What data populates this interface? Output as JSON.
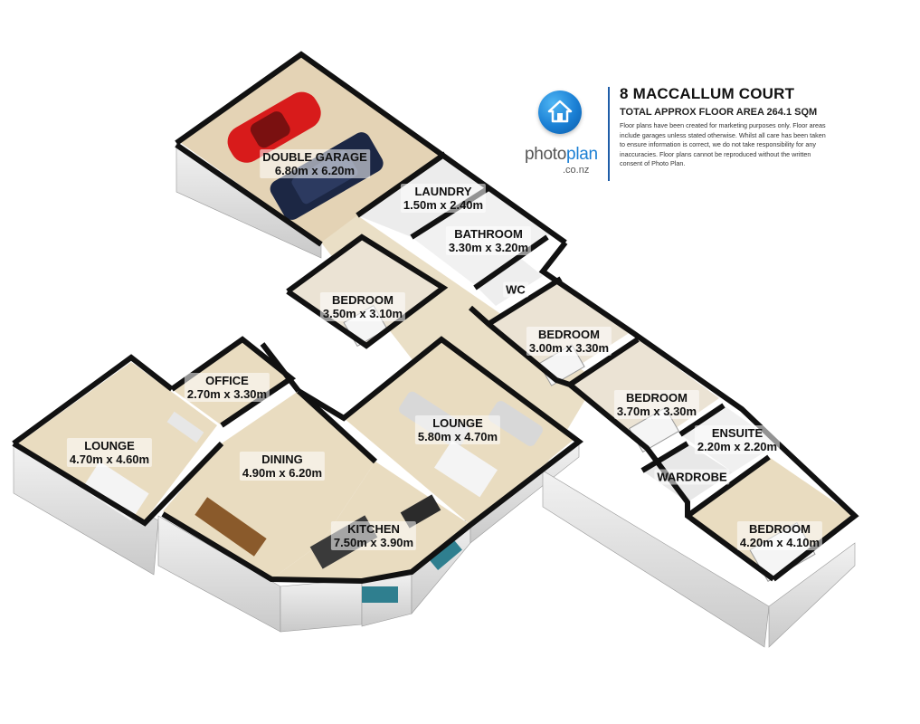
{
  "header": {
    "title": "8 MACCALLUM COURT",
    "subtitle": "TOTAL APPROX FLOOR AREA 264.1 SQM",
    "disclaimer": "Floor plans have been created for marketing purposes only. Floor areas include garages unless stated otherwise. Whilst all care has been taken to ensure information is correct, we do not take responsibility for any inaccuracies. Floor plans cannot be reproduced without the written consent of Photo Plan."
  },
  "logo": {
    "word_a": "photo",
    "word_b": "plan",
    "domain": ".co.nz",
    "icon": "house-icon",
    "color": "#1a7fd4"
  },
  "colors": {
    "floor": "#e9dcc0",
    "wall_top": "#1b1b1b",
    "wall_face": "#dcdcdc",
    "garage_floor": "#e4d3b5",
    "accent": "#1f5da8"
  },
  "rooms": {
    "garage": {
      "name": "DOUBLE GARAGE",
      "size": "6.80m x 6.20m"
    },
    "laundry": {
      "name": "LAUNDRY",
      "size": "1.50m x 2.40m"
    },
    "bathroom": {
      "name": "BATHROOM",
      "size": "3.30m x 3.20m"
    },
    "wc": {
      "name": "WC"
    },
    "bedroom1": {
      "name": "BEDROOM",
      "size": "3.50m x 3.10m"
    },
    "bedroom2": {
      "name": "BEDROOM",
      "size": "3.00m x 3.30m"
    },
    "bedroom3": {
      "name": "BEDROOM",
      "size": "3.70m x 3.30m"
    },
    "ensuite": {
      "name": "ENSUITE",
      "size": "2.20m x 2.20m"
    },
    "wardrobe": {
      "name": "WARDROBE"
    },
    "bedroom4": {
      "name": "BEDROOM",
      "size": "4.20m x 4.10m"
    },
    "office": {
      "name": "OFFICE",
      "size": "2.70m x 3.30m"
    },
    "lounge1": {
      "name": "LOUNGE",
      "size": "4.70m x 4.60m"
    },
    "lounge2": {
      "name": "LOUNGE",
      "size": "5.80m x 4.70m"
    },
    "dining": {
      "name": "DINING",
      "size": "4.90m x 6.20m"
    },
    "kitchen": {
      "name": "KITCHEN",
      "size": "7.50m x 3.90m"
    }
  }
}
